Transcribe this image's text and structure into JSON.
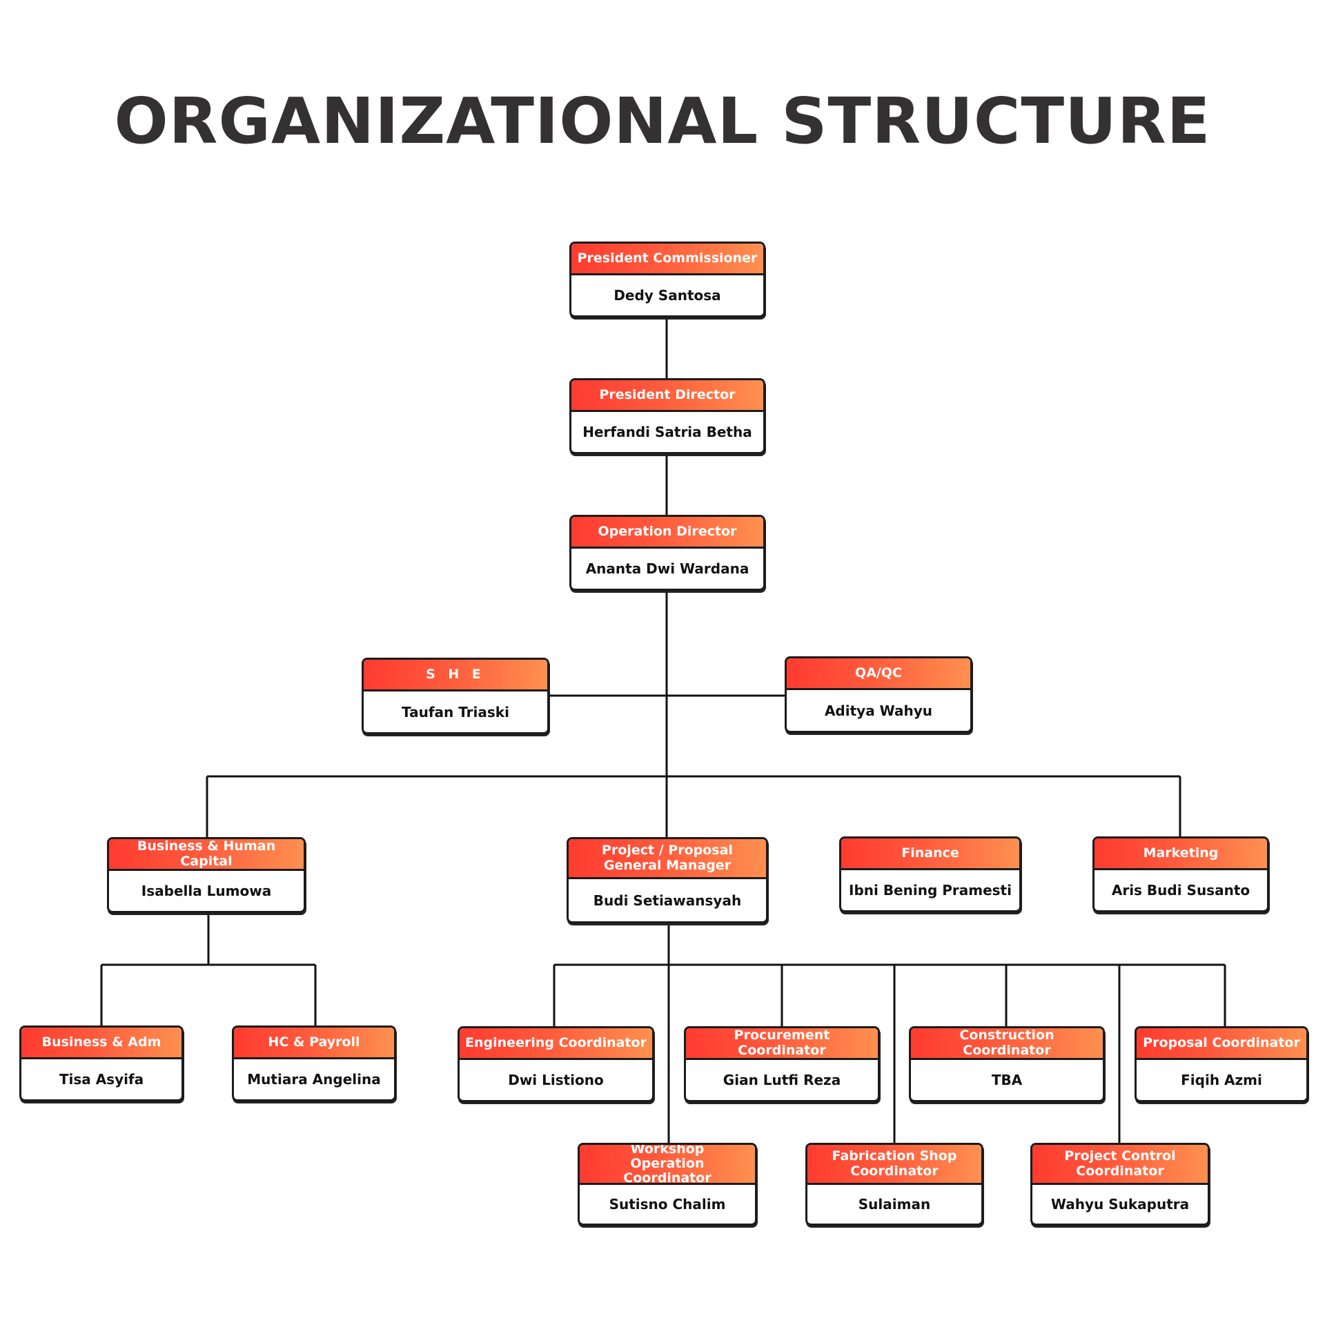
{
  "title": "ORGANIZATIONAL STRUCTURE",
  "colors": {
    "accent_start": "#ff3b30",
    "accent_end": "#ff9050",
    "title": "#333131",
    "line": "#111111"
  },
  "nodes": {
    "president_commissioner": {
      "role": "President Commissioner",
      "name": "Dedy Santosa"
    },
    "president_director": {
      "role": "President Director",
      "name": "Herfandi Satria Betha"
    },
    "operation_director": {
      "role": "Operation Director",
      "name": "Ananta Dwi Wardana"
    },
    "she": {
      "role": "S H E",
      "name": "Taufan Triaski"
    },
    "qa_qc": {
      "role": "QA/QC",
      "name": "Aditya Wahyu"
    },
    "business_human_capital": {
      "role": "Business & Human Capital",
      "name": "Isabella Lumowa"
    },
    "project_proposal_gm": {
      "role": "Project / Proposal General Manager",
      "name": "Budi Setiawansyah"
    },
    "finance": {
      "role": "Finance",
      "name": "Ibni Bening Pramesti"
    },
    "marketing": {
      "role": "Marketing",
      "name": "Aris Budi Susanto"
    },
    "business_adm": {
      "role": "Business & Adm",
      "name": "Tisa Asyifa"
    },
    "hc_payroll": {
      "role": "HC & Payroll",
      "name": "Mutiara Angelina"
    },
    "engineering_coordinator": {
      "role": "Engineering Coordinator",
      "name": "Dwi Listiono"
    },
    "procurement_coordinator": {
      "role": "Procurement Coordinator",
      "name": "Gian Lutfi Reza"
    },
    "construction_coordinator": {
      "role": "Construction Coordinator",
      "name": "TBA"
    },
    "proposal_coordinator": {
      "role": "Proposal Coordinator",
      "name": "Fiqih Azmi"
    },
    "workshop_operation_coordinator": {
      "role": "Workshop Operation Coordinator",
      "name": "Sutisno Chalim"
    },
    "fabrication_shop_coordinator": {
      "role": "Fabrication Shop Coordinator",
      "name": "Sulaiman"
    },
    "project_control_coordinator": {
      "role": "Project Control Coordinator",
      "name": "Wahyu Sukaputra"
    }
  }
}
